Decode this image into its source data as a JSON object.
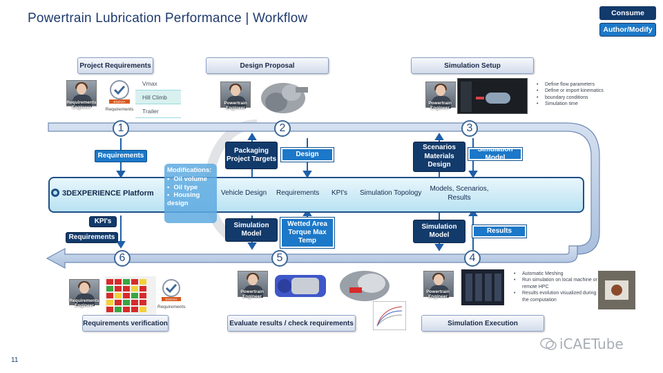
{
  "title": "Powertrain Lubrication Performance  | Workflow",
  "page_number": "11",
  "legend": [
    {
      "label": "Consume",
      "color": "#123a6b"
    },
    {
      "label": "Author/Modify",
      "color": "#1c78c8"
    }
  ],
  "steps": {
    "project_requirements": "Project Requirements",
    "design_proposal": "Design Proposal",
    "simulation_setup": "Simulation Setup",
    "requirements_verification": "Requirements verification",
    "evaluate_results": "Evaluate results / check requirements",
    "simulation_execution": "Simulation Execution"
  },
  "circles": [
    "1",
    "2",
    "3",
    "4",
    "5",
    "6"
  ],
  "roles": {
    "requirements_engineer": "Requirements Engineer",
    "powertrain_engineer": "Powertrain Engineer",
    "requirements_logo": "Requirements"
  },
  "logo_text": "ENOVIA",
  "requirement_items": [
    "Vmax",
    "Hill Climb",
    "Trailer"
  ],
  "setup_bullets": [
    "Define flow parameters",
    "Define or import kinematics",
    "boundary conditions",
    "Simulation time"
  ],
  "execution_bullets": [
    "Automatic Meshing",
    "Run simulation on local machine or remote HPC",
    "Results evolution visualized during the computation"
  ],
  "platform": {
    "name": "3DEXPERIENCE Platform",
    "items": [
      "Vehicle Design",
      "Requirements",
      "KPI's",
      "Simulation Topology",
      "Models, Scenarios, Results"
    ]
  },
  "modifications": {
    "title": "Modifications:",
    "items": [
      "Oil volume",
      "Oil type",
      "Housing design"
    ]
  },
  "boxes": {
    "requirements_top": "Requirements",
    "packaging": "Packaging Project Targets",
    "design": "Design",
    "scenarios": "Scenarios Materials Design",
    "simulation_model_top": "Simulation Model",
    "kpis": "KPI's",
    "requirements_bottom": "Requirements",
    "simulation_model_mid": "Simulation Model",
    "wetted_area": "Wetted Area Torque Max Temp",
    "simulation_model_right": "Simulation Model",
    "results": "Results"
  },
  "watermark": "iCAETube"
}
